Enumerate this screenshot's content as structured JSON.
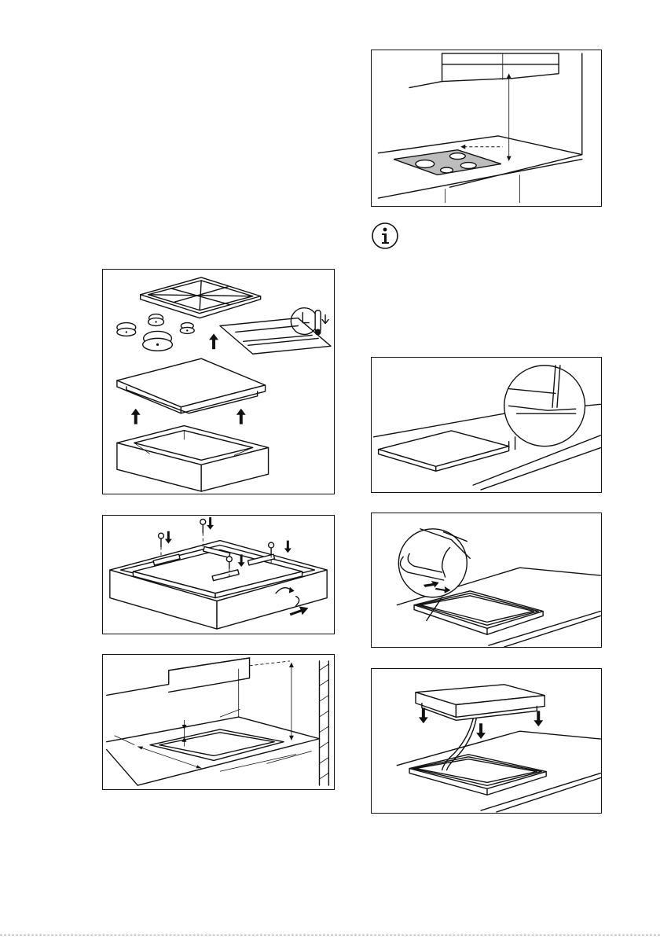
{
  "page": {
    "background": "#ffffff",
    "line_color": "#111111",
    "accent_gray": "#bdbdbd"
  },
  "figures": [
    {
      "id": "fig-hob-parts-exploded",
      "icon": "box-unpack-illustration"
    },
    {
      "id": "fig-mounting-brackets-screws",
      "icon": "bracket-screw-illustration"
    },
    {
      "id": "fig-worktop-cutout-dimensions",
      "icon": "cutout-dimension-illustration"
    },
    {
      "id": "fig-hob-under-hood-clearance",
      "icon": "hood-clearance-illustration"
    },
    {
      "id": "fig-worktop-edge-seal",
      "icon": "edge-seal-illustration"
    },
    {
      "id": "fig-apply-seal-strip",
      "icon": "seal-strip-illustration"
    },
    {
      "id": "fig-lower-hob-into-cutout",
      "icon": "insert-hob-illustration"
    }
  ],
  "info_icon": {
    "name": "info-icon",
    "glyph": "i"
  }
}
